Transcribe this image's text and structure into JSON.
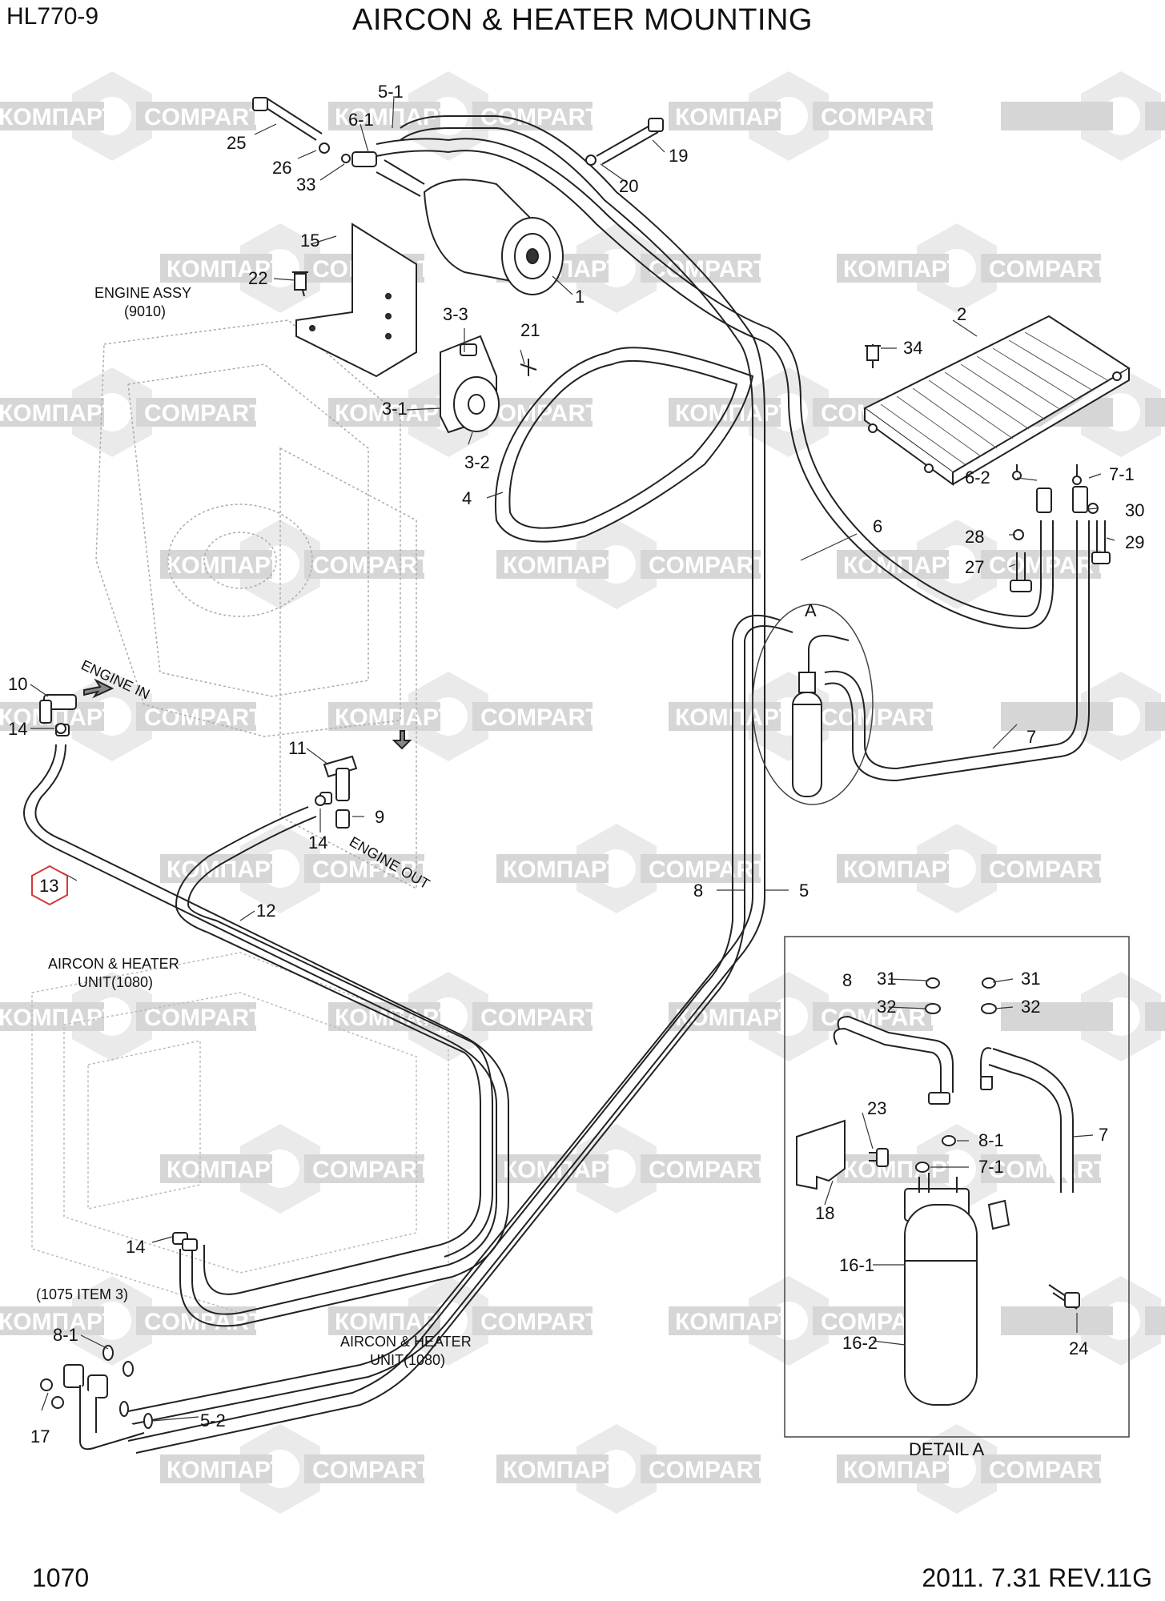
{
  "header": {
    "model": "HL770-9",
    "title": "AIRCON & HEATER MOUNTING"
  },
  "footer": {
    "page": "1070",
    "revision": "2011. 7.31 REV.11G"
  },
  "watermark": {
    "texts": [
      "КОМПАРТ",
      "COMPART"
    ],
    "color": "#c8c8c8"
  },
  "labels": {
    "engine_assy": "ENGINE ASSY",
    "engine_assy_ref": "(9010)",
    "aircon_unit_top_1": "AIRCON & HEATER",
    "aircon_unit_top_2": "UNIT(1080)",
    "aircon_unit_bottom_1": "AIRCON & HEATER",
    "aircon_unit_bottom_2": "UNIT(1080)",
    "item_ref_1075": "(1075 ITEM 3)",
    "engine_in": "ENGINE IN",
    "engine_out": "ENGINE OUT",
    "detail_a": "DETAIL A",
    "detail_marker": "A"
  },
  "callouts": {
    "c25": "25",
    "c26": "26",
    "c33": "33",
    "c51": "5-1",
    "c61": "6-1",
    "c19": "19",
    "c20": "20",
    "c15": "15",
    "c22": "22",
    "c1": "1",
    "c2": "2",
    "c34": "34",
    "c33b": "3-3",
    "c21": "21",
    "c31": "3-1",
    "c32": "3-2",
    "c4": "4",
    "c62": "6-2",
    "c71": "7-1",
    "c30": "30",
    "c28": "28",
    "c29": "29",
    "c6": "6",
    "c27": "27",
    "c10": "10",
    "c14a": "14",
    "c11": "11",
    "c9": "9",
    "c14b": "14",
    "c7": "7",
    "c13": "13",
    "c12": "12",
    "c8": "8",
    "c5": "5",
    "d8": "8",
    "d31a": "31",
    "d31b": "31",
    "d32a": "32",
    "d32b": "32",
    "d23": "23",
    "d81": "8-1",
    "d711": "7-1",
    "d7": "7",
    "d18": "18",
    "d161": "16-1",
    "d162": "16-2",
    "d24": "24",
    "c14c": "14",
    "c81b": "8-1",
    "c17": "17",
    "c52": "5-2"
  }
}
